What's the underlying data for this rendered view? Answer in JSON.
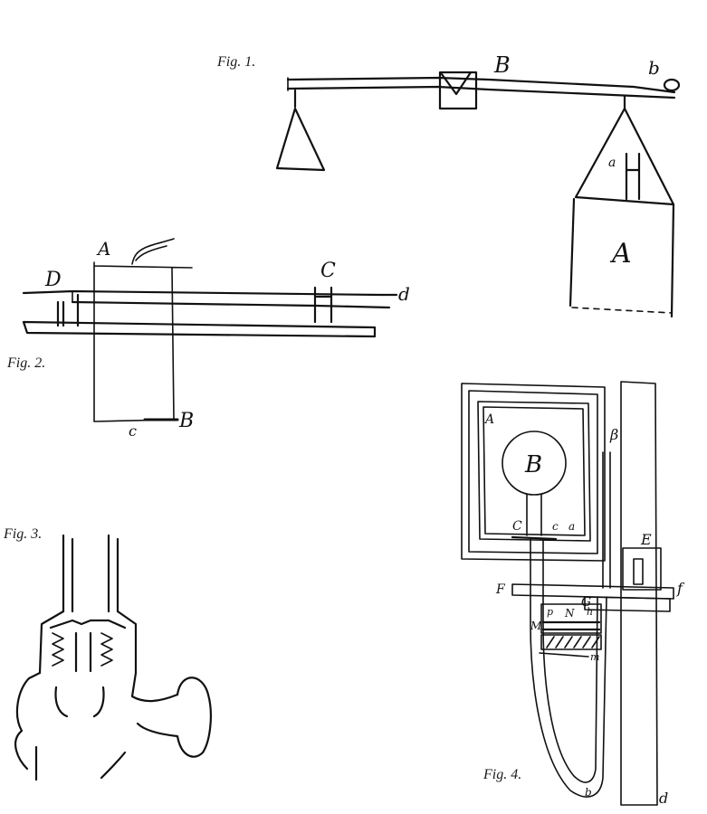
{
  "figures": {
    "fig1": {
      "caption": "Fig. 1.",
      "labels": {
        "B": "B",
        "b": "b",
        "a": "a",
        "A": "A"
      }
    },
    "fig2": {
      "caption": "Fig. 2.",
      "labels": {
        "A": "A",
        "D": "D",
        "C": "C",
        "d": "d",
        "c": "c",
        "B": "B"
      }
    },
    "fig3": {
      "caption": "Fig. 3."
    },
    "fig4": {
      "caption": "Fig. 4.",
      "labels": {
        "A": "A",
        "B": "B",
        "C": "C",
        "c": "c",
        "a": "a",
        "beta": "β",
        "E": "E",
        "F": "F",
        "f": "f",
        "G": "G",
        "p": "p",
        "N": "N",
        "h": "h",
        "M": "M",
        "m": "m",
        "b": "b",
        "d": "d"
      }
    }
  }
}
